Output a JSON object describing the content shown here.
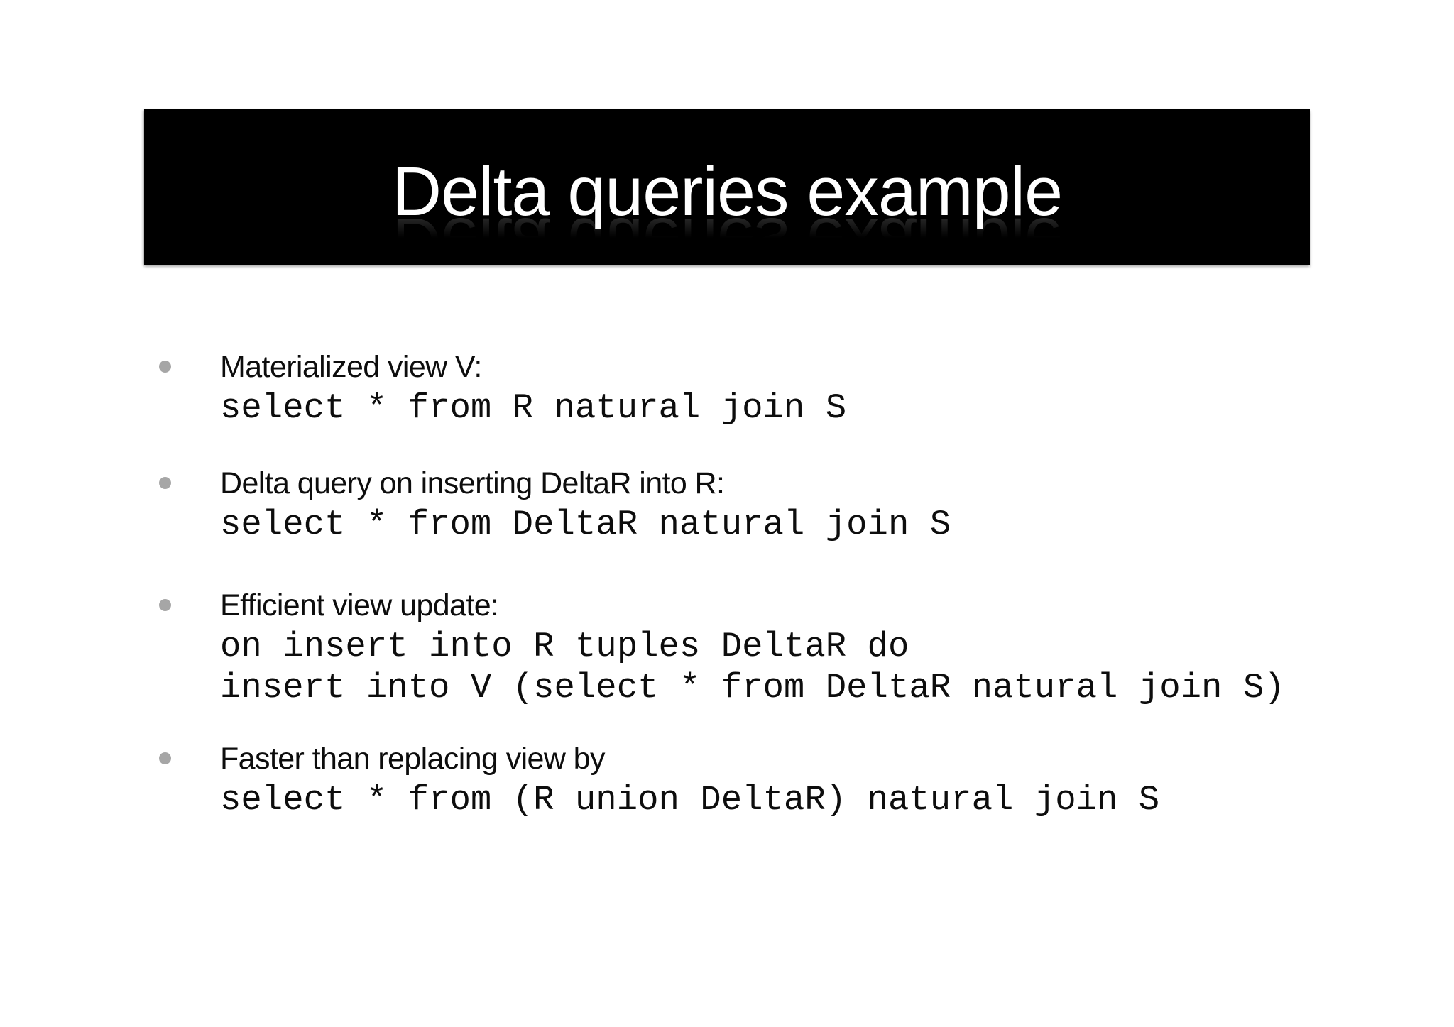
{
  "slide": {
    "title": "Delta queries example",
    "bullets": [
      {
        "label": "Materialized view V:",
        "code": [
          "select * from R natural join S"
        ]
      },
      {
        "label": "Delta query on inserting DeltaR into R:",
        "code": [
          "select * from DeltaR natural join S"
        ]
      },
      {
        "label": "Efficient view update:",
        "code": [
          "on insert into R tuples DeltaR do",
          "insert into V (select * from DeltaR natural join S)"
        ]
      },
      {
        "label": "Faster than replacing view by",
        "code": [
          "select * from (R union DeltaR) natural join S"
        ]
      }
    ],
    "colors": {
      "background": "#ffffff",
      "title_bar": "#000000",
      "title_text": "#ffffff",
      "body_text": "#0d0d0d",
      "bullet_dot": "#a6a6a6"
    }
  }
}
